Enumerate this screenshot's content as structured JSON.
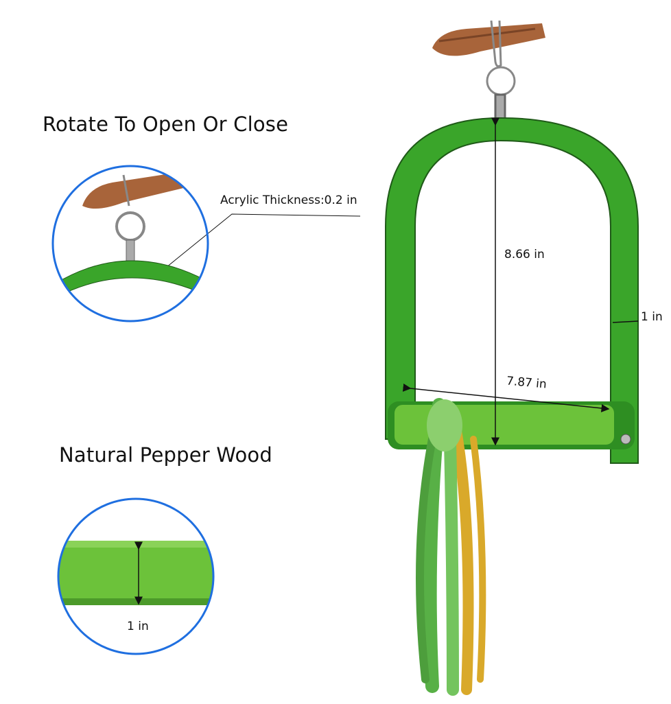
{
  "headings": {
    "rotate": "Rotate To Open Or Close",
    "wood": "Natural Pepper Wood"
  },
  "dimensions": {
    "acrylic_thickness": "Acrylic Thickness:0.2 in",
    "height": "8.66 in",
    "width": "7.87 in",
    "side_width": "1 in",
    "perch_diameter": "1 in"
  },
  "colors": {
    "acrylic_green": "#3aa52a",
    "perch_green": "#6cc23a",
    "circle_border": "#1f6fe0",
    "rope_yellow": "#d9a92a",
    "wood_brown": "#a8643a"
  }
}
